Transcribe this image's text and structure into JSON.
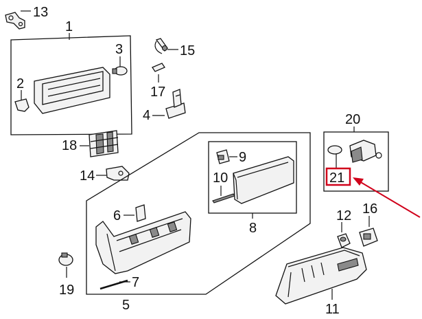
{
  "diagram": {
    "callouts": [
      {
        "id": "13",
        "label": "13"
      },
      {
        "id": "1",
        "label": "1"
      },
      {
        "id": "3",
        "label": "3"
      },
      {
        "id": "2",
        "label": "2"
      },
      {
        "id": "15",
        "label": "15"
      },
      {
        "id": "17",
        "label": "17"
      },
      {
        "id": "4",
        "label": "4"
      },
      {
        "id": "18",
        "label": "18"
      },
      {
        "id": "14",
        "label": "14"
      },
      {
        "id": "9",
        "label": "9"
      },
      {
        "id": "10",
        "label": "10"
      },
      {
        "id": "8",
        "label": "8"
      },
      {
        "id": "6",
        "label": "6"
      },
      {
        "id": "7",
        "label": "7"
      },
      {
        "id": "5",
        "label": "5"
      },
      {
        "id": "19",
        "label": "19"
      },
      {
        "id": "20",
        "label": "20"
      },
      {
        "id": "21",
        "label": "21"
      },
      {
        "id": "12",
        "label": "12"
      },
      {
        "id": "16",
        "label": "16"
      },
      {
        "id": "11",
        "label": "11"
      }
    ],
    "highlighted_callout": "21",
    "highlight_color": "#d0021b"
  }
}
